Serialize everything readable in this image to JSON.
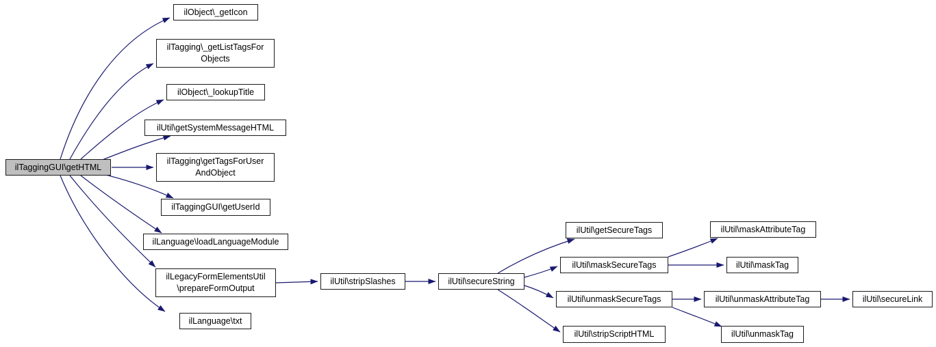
{
  "diagram": {
    "type": "call-graph",
    "root_function": "ilTaggingGUI\\getHTML",
    "colors": {
      "edge": "#191970",
      "node_border": "#1a1a1a",
      "node_fill": "#ffffff",
      "root_fill": "#bfbfbf"
    },
    "nodes": [
      {
        "id": "getHTML",
        "label": "ilTaggingGUI\\getHTML",
        "highlighted": true
      },
      {
        "id": "getIcon",
        "label": "ilObject\\_getIcon"
      },
      {
        "id": "getListTagsForObjects",
        "label": "ilTagging\\_getListTagsFor\nObjects"
      },
      {
        "id": "lookupTitle",
        "label": "ilObject\\_lookupTitle"
      },
      {
        "id": "getSystemMessageHTML",
        "label": "ilUtil\\getSystemMessageHTML"
      },
      {
        "id": "getTagsForUserAndObject",
        "label": "ilTagging\\getTagsForUser\nAndObject"
      },
      {
        "id": "getUserId",
        "label": "ilTaggingGUI\\getUserId"
      },
      {
        "id": "loadLanguageModule",
        "label": "ilLanguage\\loadLanguageModule"
      },
      {
        "id": "prepareFormOutput",
        "label": "ilLegacyFormElementsUtil\n\\prepareFormOutput"
      },
      {
        "id": "txt",
        "label": "ilLanguage\\txt"
      },
      {
        "id": "stripSlashes",
        "label": "ilUtil\\stripSlashes"
      },
      {
        "id": "secureString",
        "label": "ilUtil\\secureString"
      },
      {
        "id": "getSecureTags",
        "label": "ilUtil\\getSecureTags"
      },
      {
        "id": "maskSecureTags",
        "label": "ilUtil\\maskSecureTags"
      },
      {
        "id": "unmaskSecureTags",
        "label": "ilUtil\\unmaskSecureTags"
      },
      {
        "id": "stripScriptHTML",
        "label": "ilUtil\\stripScriptHTML"
      },
      {
        "id": "maskAttributeTag",
        "label": "ilUtil\\maskAttributeTag"
      },
      {
        "id": "maskTag",
        "label": "ilUtil\\maskTag"
      },
      {
        "id": "unmaskAttributeTag",
        "label": "ilUtil\\unmaskAttributeTag"
      },
      {
        "id": "unmaskTag",
        "label": "ilUtil\\unmaskTag"
      },
      {
        "id": "secureLink",
        "label": "ilUtil\\secureLink"
      }
    ],
    "edges": [
      {
        "from": "getHTML",
        "to": "getIcon"
      },
      {
        "from": "getHTML",
        "to": "getListTagsForObjects"
      },
      {
        "from": "getHTML",
        "to": "lookupTitle"
      },
      {
        "from": "getHTML",
        "to": "getSystemMessageHTML"
      },
      {
        "from": "getHTML",
        "to": "getTagsForUserAndObject"
      },
      {
        "from": "getHTML",
        "to": "getUserId"
      },
      {
        "from": "getHTML",
        "to": "loadLanguageModule"
      },
      {
        "from": "getHTML",
        "to": "prepareFormOutput"
      },
      {
        "from": "getHTML",
        "to": "txt"
      },
      {
        "from": "prepareFormOutput",
        "to": "stripSlashes"
      },
      {
        "from": "stripSlashes",
        "to": "secureString"
      },
      {
        "from": "secureString",
        "to": "getSecureTags"
      },
      {
        "from": "secureString",
        "to": "maskSecureTags"
      },
      {
        "from": "secureString",
        "to": "unmaskSecureTags"
      },
      {
        "from": "secureString",
        "to": "stripScriptHTML"
      },
      {
        "from": "maskSecureTags",
        "to": "maskAttributeTag"
      },
      {
        "from": "maskSecureTags",
        "to": "maskTag"
      },
      {
        "from": "unmaskSecureTags",
        "to": "unmaskAttributeTag"
      },
      {
        "from": "unmaskSecureTags",
        "to": "unmaskTag"
      },
      {
        "from": "unmaskAttributeTag",
        "to": "secureLink"
      }
    ]
  }
}
